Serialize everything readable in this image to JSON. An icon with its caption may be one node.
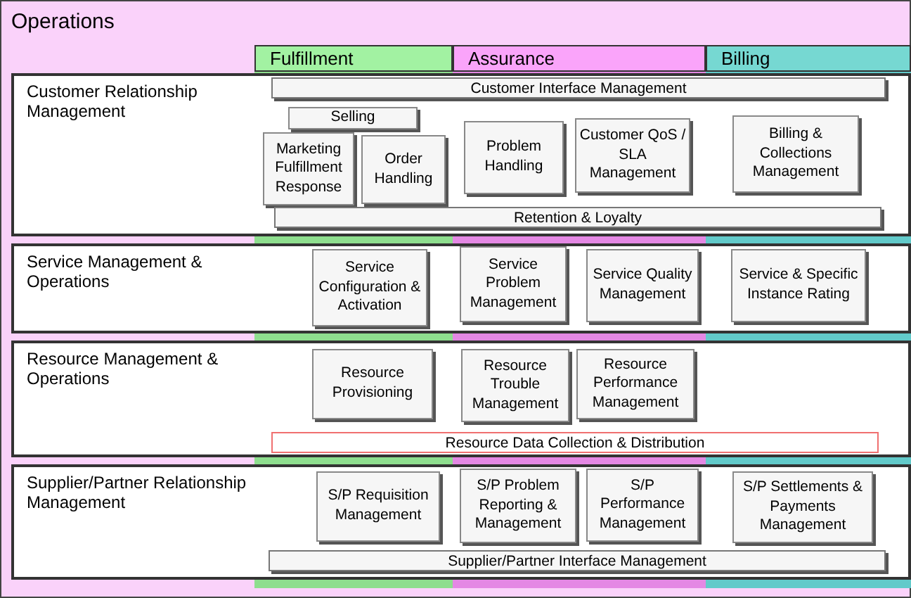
{
  "diagram": {
    "nodes": [
      {
        "text": [
          "Operations"
        ]
      },
      {
        "text": [
          "Fulfillment"
        ],
        "in": 0
      },
      {
        "text": [
          "Assurance"
        ],
        "in": 0
      },
      {
        "text": [
          "Billing"
        ],
        "in": 0
      },
      {
        "text": [
          "Customer Relationship Management"
        ],
        "in": 0
      },
      {
        "text": [
          "Customer Interface Management"
        ],
        "in": 4
      },
      {
        "text": [
          "Selling"
        ],
        "in": 4
      },
      {
        "text": [
          "Marketing Fulfillment Response"
        ],
        "in": 4
      },
      {
        "text": [
          "Order Handling"
        ],
        "in": 4
      },
      {
        "text": [
          "Problem Handling"
        ],
        "in": 4
      },
      {
        "text": [
          "Customer QoS / SLA Management"
        ],
        "in": 4
      },
      {
        "text": [
          "Billing & Collections Management"
        ],
        "in": 4
      },
      {
        "text": [
          "Retention & Loyalty"
        ],
        "in": 4
      },
      {
        "text": [
          "Service Management & Operations"
        ],
        "in": 0
      },
      {
        "text": [
          "Service Configuration & Activation"
        ],
        "in": 13
      },
      {
        "text": [
          "Service Problem Management"
        ],
        "in": 13
      },
      {
        "text": [
          "Service Quality Management"
        ],
        "in": 13
      },
      {
        "text": [
          "Service & Specific Instance Rating"
        ],
        "in": 13
      },
      {
        "text": [
          "Resource Management & Operations"
        ],
        "in": 0
      },
      {
        "text": [
          "Resource Provisioning"
        ],
        "in": 18
      },
      {
        "text": [
          "Resource Trouble Management"
        ],
        "in": 18
      },
      {
        "text": [
          "Resource Performance Management"
        ],
        "in": 18
      },
      {
        "text": [
          "Resource Data Collection & Distribution"
        ],
        "in": 18
      },
      {
        "text": [
          "Supplier/Partner Relationship Management"
        ],
        "in": 0
      },
      {
        "text": [
          "S/P Requisition Management"
        ],
        "in": 23
      },
      {
        "text": [
          "S/P Problem Reporting & Management"
        ],
        "in": 23
      },
      {
        "text": [
          "S/P Performance Management"
        ],
        "in": 23
      },
      {
        "text": [
          "S/P Settlements & Payments Management"
        ],
        "in": 23
      },
      {
        "text": [
          "Supplier/Partner Interface Management"
        ],
        "in": 23
      }
    ]
  }
}
